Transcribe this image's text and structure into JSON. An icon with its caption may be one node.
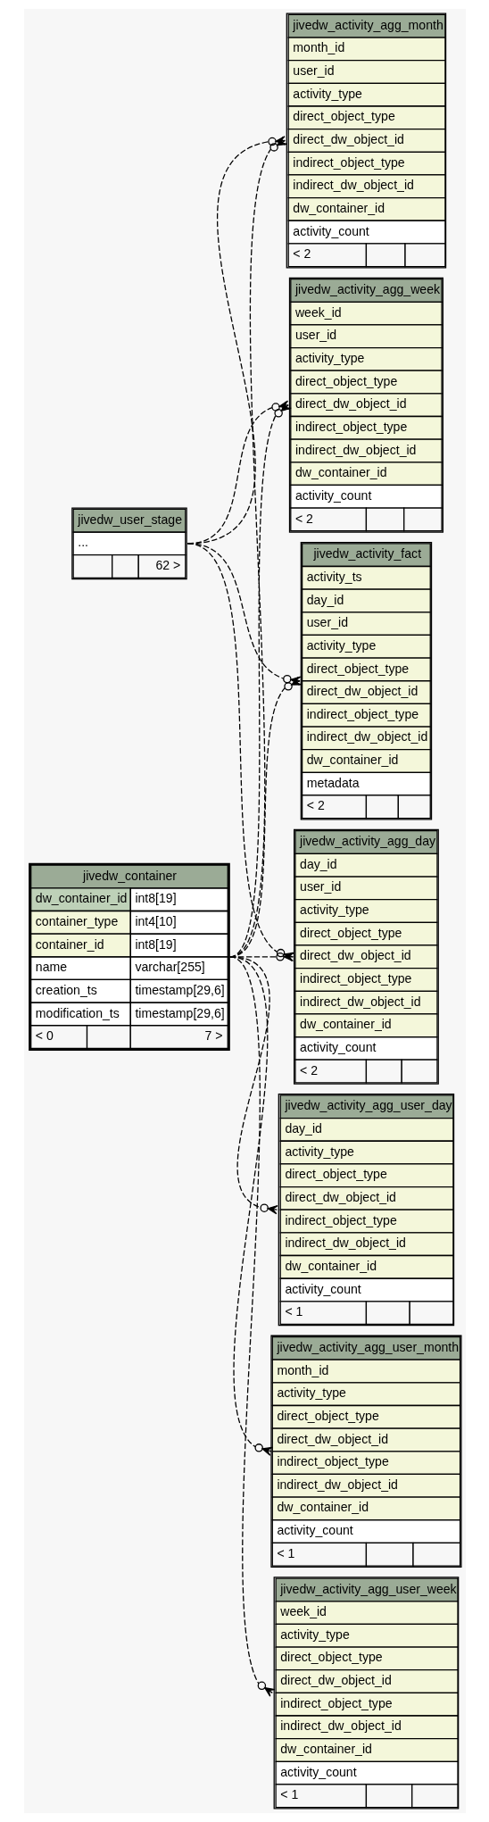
{
  "diagram": {
    "nodes": [
      {
        "text": [
          "jivedw_activity_agg_month",
          "month_id",
          "user_id",
          "activity_type",
          "direct_object_type",
          "direct_dw_object_id",
          "indirect_object_type",
          "indirect_dw_object_id",
          "dw_container_id",
          "activity_count",
          "< 2"
        ]
      },
      {
        "text": [
          "jivedw_activity_agg_week",
          "week_id",
          "user_id",
          "activity_type",
          "direct_object_type",
          "direct_dw_object_id",
          "indirect_object_type",
          "indirect_dw_object_id",
          "dw_container_id",
          "activity_count",
          "< 2"
        ]
      },
      {
        "text": [
          "jivedw_user_stage",
          "...",
          "62 >"
        ]
      },
      {
        "text": [
          "jivedw_activity_fact",
          "activity_ts",
          "day_id",
          "user_id",
          "activity_type",
          "direct_object_type",
          "direct_dw_object_id",
          "indirect_object_type",
          "indirect_dw_object_id",
          "dw_container_id",
          "metadata",
          "< 2"
        ]
      },
      {
        "text": [
          "jivedw_activity_agg_day",
          "day_id",
          "user_id",
          "activity_type",
          "direct_object_type",
          "direct_dw_object_id",
          "indirect_object_type",
          "indirect_dw_object_id",
          "dw_container_id",
          "activity_count",
          "< 2"
        ]
      },
      {
        "text": [
          "jivedw_container",
          "dw_container_id",
          "int8[19]",
          "container_type",
          "int4[10]",
          "container_id",
          "int8[19]",
          "name",
          "varchar[255]",
          "creation_ts",
          "timestamp[29,6]",
          "modification_ts",
          "timestamp[29,6]",
          "< 0",
          "7 >"
        ]
      },
      {
        "text": [
          "jivedw_activity_agg_user_day",
          "day_id",
          "activity_type",
          "direct_object_type",
          "direct_dw_object_id",
          "indirect_object_type",
          "indirect_dw_object_id",
          "dw_container_id",
          "activity_count",
          "< 1"
        ]
      },
      {
        "text": [
          "jivedw_activity_agg_user_month",
          "month_id",
          "activity_type",
          "direct_object_type",
          "direct_dw_object_id",
          "indirect_object_type",
          "indirect_dw_object_id",
          "dw_container_id",
          "activity_count",
          "< 1"
        ]
      },
      {
        "text": [
          "jivedw_activity_agg_user_week",
          "week_id",
          "activity_type",
          "direct_object_type",
          "direct_dw_object_id",
          "indirect_object_type",
          "indirect_dw_object_id",
          "dw_container_id",
          "activity_count",
          "< 1"
        ]
      }
    ],
    "edges": [
      {
        "from": 2,
        "to": 0,
        "arrow": "other",
        "style": "dashed"
      },
      {
        "from": 5,
        "to": 0,
        "arrow": "other",
        "style": "dashed"
      },
      {
        "from": 2,
        "to": 1,
        "arrow": "other",
        "style": "dashed"
      },
      {
        "from": 5,
        "to": 1,
        "arrow": "other",
        "style": "dashed"
      },
      {
        "from": 2,
        "to": 3,
        "arrow": "other",
        "style": "dashed"
      },
      {
        "from": 5,
        "to": 3,
        "arrow": "other",
        "style": "dashed"
      },
      {
        "from": 2,
        "to": 4,
        "arrow": "other",
        "style": "dashed"
      },
      {
        "from": 5,
        "to": 4,
        "arrow": "other",
        "style": "dashed"
      },
      {
        "from": 5,
        "to": 6,
        "arrow": "other",
        "style": "dashed"
      },
      {
        "from": 5,
        "to": 7,
        "arrow": "other",
        "style": "dashed"
      },
      {
        "from": 5,
        "to": 8,
        "arrow": "other",
        "style": "dashed"
      }
    ]
  }
}
